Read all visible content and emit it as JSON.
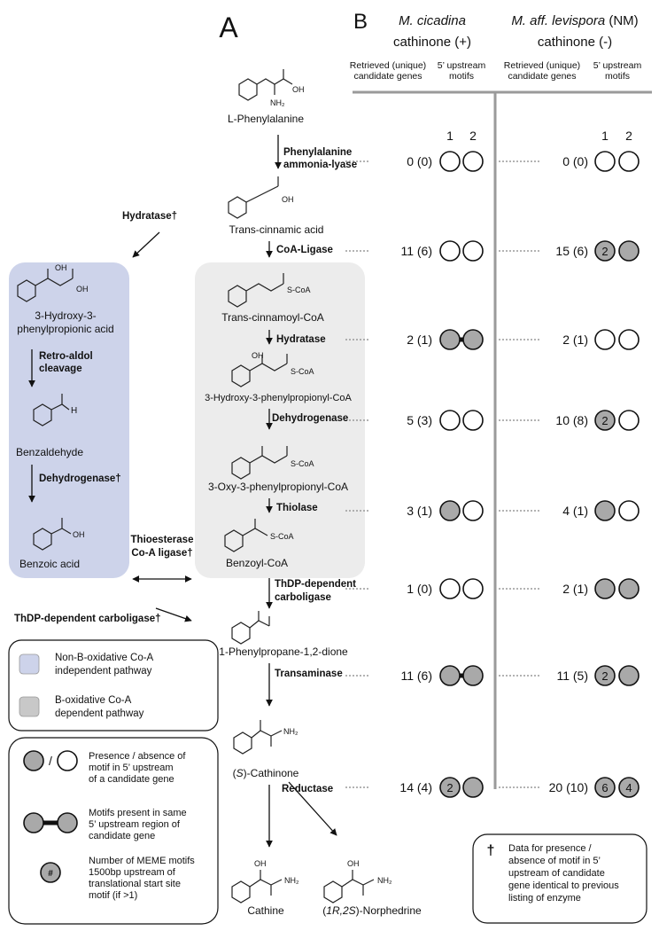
{
  "panels": {
    "a": "A",
    "b": "B"
  },
  "species": [
    {
      "name": "M. cicadina",
      "cathinone": "cathinone (+)",
      "col1": "Retrieved (unique)\ncandidate genes",
      "col2": "5’ upstream\nmotifs"
    },
    {
      "name": "M. aff. levispora",
      "name_suffix": " (NM)",
      "cathinone": "cathinone (-)",
      "col1": "Retrieved (unique)\ncandidate genes",
      "col2": "5’ upstream\nmotifs"
    }
  ],
  "motif_labels": [
    "1",
    "2"
  ],
  "compounds": {
    "l_phe": "L-Phenylalanine",
    "cinnamic": "Trans-cinnamic acid",
    "cinnamoyl": "Trans-cinnamoyl-CoA",
    "hydroxy_coa": "3-Hydroxy-3-phenylpropionyl-CoA",
    "oxy_coa": "3-Oxy-3-phenylpropionyl-CoA",
    "benzoyl": "Benzoyl-CoA",
    "dione": "1-Phenylpropane-1,2-dione",
    "cathinone_pre": "(",
    "cathinone_s": "S",
    "cathinone_post": ")-Cathinone",
    "cathine": "Cathine",
    "norph_pre": "(",
    "norph_r": "1R,2S",
    "norph_post": ")-Norphedrine",
    "hydroxy_acid": "3-Hydroxy-3-\nphenylpropionic acid",
    "benzaldehyde": "Benzaldehyde",
    "benzoic": "Benzoic acid"
  },
  "enzymes": {
    "pal": "Phenylalanine\nammonia-lyase",
    "hydratase_side": "Hydratase†",
    "coa_ligase": "CoA-Ligase",
    "hydratase": "Hydratase",
    "dehydrogenase": "Dehydrogenase",
    "thiolase": "Thiolase",
    "thdp": "ThDP-dependent\ncarboligase",
    "retro_aldol": "Retro-aldol\ncleavage",
    "dehydrogenase_side": "Dehydrogenase†",
    "thioesterase": "Thioesterase\nCo-A ligase†",
    "thdp_side": "ThDP-dependent carboligase†",
    "transaminase": "Transaminase",
    "reductase": "Reductase"
  },
  "chem_labels": {
    "oh": "OH",
    "nh2": "NH₂",
    "h": "H",
    "scoa": "S-CoA"
  },
  "rows": [
    {
      "step": "Phenylalanine ammonia-lyase",
      "a": {
        "count": "0 (0)",
        "m1": "",
        "m2": "",
        "linked": false
      },
      "b": {
        "count": "0 (0)",
        "m1": "",
        "m2": "",
        "linked": false
      }
    },
    {
      "step": "CoA-Ligase",
      "a": {
        "count": "11 (6)",
        "m1": "",
        "m2": "",
        "linked": false
      },
      "b": {
        "count": "15 (6)",
        "m1": "2",
        "m2": "",
        "linked": false,
        "fill1": true,
        "fill2": true
      }
    },
    {
      "step": "Hydratase",
      "a": {
        "count": "2 (1)",
        "m1": "",
        "m2": "",
        "linked": true,
        "fill1": true,
        "fill2": true
      },
      "b": {
        "count": "2 (1)",
        "m1": "",
        "m2": "",
        "linked": false
      }
    },
    {
      "step": "Dehydrogenase",
      "a": {
        "count": "5 (3)",
        "m1": "",
        "m2": "",
        "linked": false
      },
      "b": {
        "count": "10 (8)",
        "m1": "2",
        "m2": "",
        "linked": false,
        "fill1": true
      }
    },
    {
      "step": "Thiolase",
      "a": {
        "count": "3 (1)",
        "m1": "",
        "m2": "",
        "linked": false,
        "fill1": true
      },
      "b": {
        "count": "4 (1)",
        "m1": "",
        "m2": "",
        "linked": false,
        "fill1": true
      }
    },
    {
      "step": "ThDP-dependent carboligase",
      "a": {
        "count": "1 (0)",
        "m1": "",
        "m2": "",
        "linked": false
      },
      "b": {
        "count": "2 (1)",
        "m1": "",
        "m2": "",
        "linked": false,
        "fill1": true,
        "fill2": true
      }
    },
    {
      "step": "Transaminase",
      "a": {
        "count": "11 (6)",
        "m1": "",
        "m2": "",
        "linked": true,
        "fill1": true,
        "fill2": true
      },
      "b": {
        "count": "11 (5)",
        "m1": "2",
        "m2": "",
        "linked": false,
        "fill1": true,
        "fill2": true
      }
    },
    {
      "step": "Reductase",
      "a": {
        "count": "14 (4)",
        "m1": "2",
        "m2": "",
        "linked": false,
        "fill1": true,
        "fill2": true
      },
      "b": {
        "count": "20 (10)",
        "m1": "6",
        "m2": "4",
        "linked": false,
        "fill1": true,
        "fill2": true
      }
    }
  ],
  "legend_pathway": [
    {
      "label": "Non-B-oxidative Co-A\nindependent pathway",
      "color": "#cdd3ea"
    },
    {
      "label": "B-oxidative Co-A\ndependent pathway",
      "color": "#c8c8c8"
    }
  ],
  "legend_motif": {
    "slash": "/",
    "presence": "Presence / absence of\nmotif in 5’ upstream\nof a candidate gene",
    "linked": "Motifs present in same\n5’ upstream region of\ncandidate gene",
    "hash": "#",
    "count": "Number of MEME motifs\n1500bp upstream of\ntranslational start site\nmotif (if >1)"
  },
  "dagger_note": {
    "symbol": "†",
    "text": "Data for presence /\nabsence of motif in 5’\nupstream of candidate\ngene identical to previous\nlisting of enzyme"
  },
  "colors": {
    "filled": "#a9a9a9",
    "box_blue": "#cdd3ea",
    "box_grey": "#ececec",
    "axis": "#9a9a9a"
  }
}
